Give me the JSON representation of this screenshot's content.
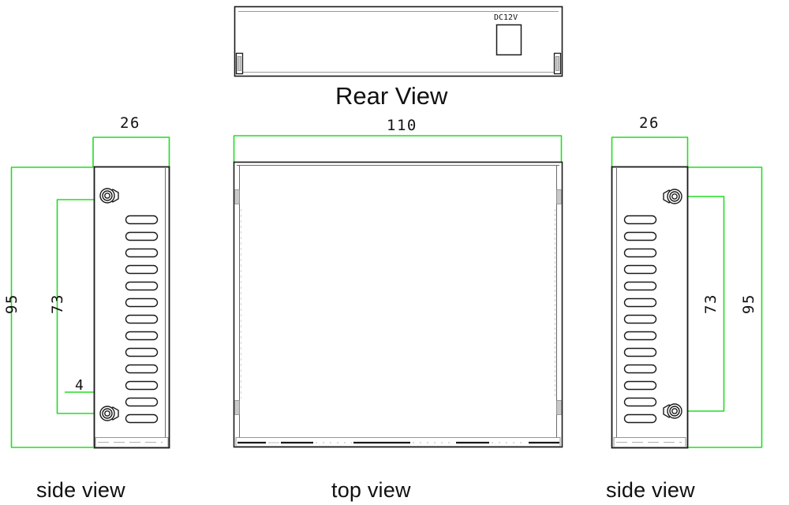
{
  "drawing": {
    "title_views": [
      "Rear View",
      "side view",
      "top view",
      "side view"
    ],
    "colors": {
      "outline": "#1a1a1a",
      "dimension": "#22dd22",
      "text": "#111111",
      "background": "#ffffff",
      "shade": "#9a9a9a"
    }
  },
  "rear_view": {
    "caption": "Rear View",
    "port_label": "DC12V"
  },
  "left_side_view": {
    "caption": "side view",
    "dimensions": {
      "width": "26",
      "height_overall": "95",
      "height_holes": "73",
      "edge_offset": "4"
    },
    "vent_slot_count": 13,
    "screw_count": 2
  },
  "top_view": {
    "caption": "top view",
    "dimensions": {
      "width": "110"
    }
  },
  "right_side_view": {
    "caption": "side view",
    "dimensions": {
      "width": "26",
      "height_overall": "95",
      "height_holes": "73"
    },
    "vent_slot_count": 13,
    "screw_count": 2
  }
}
